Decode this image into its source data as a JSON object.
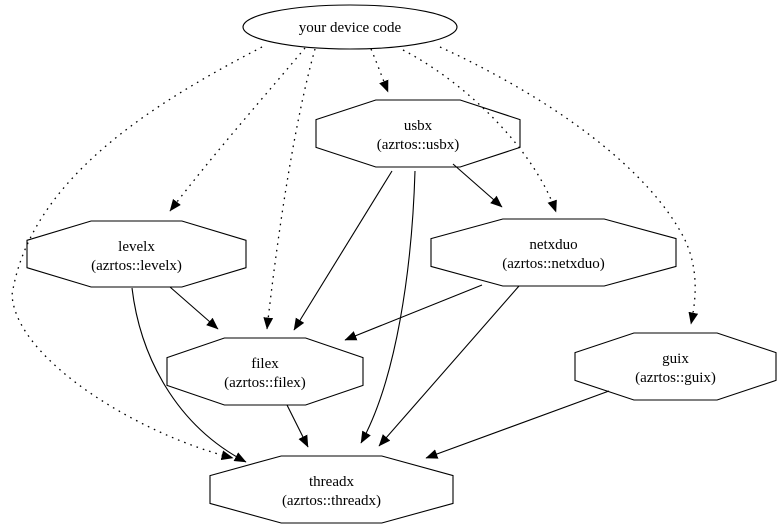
{
  "figure": {
    "type": "dependency-graph",
    "background_color": "#ffffff",
    "stroke_color": "#000000",
    "text_color": "#000000",
    "nodes": {
      "device": {
        "label": "your device code",
        "shape": "ellipse"
      },
      "usbx": {
        "title": "usbx",
        "subtitle": "(azrtos::usbx)",
        "shape": "octagon"
      },
      "levelx": {
        "title": "levelx",
        "subtitle": "(azrtos::levelx)",
        "shape": "octagon"
      },
      "netxduo": {
        "title": "netxduo",
        "subtitle": "(azrtos::netxduo)",
        "shape": "octagon"
      },
      "filex": {
        "title": "filex",
        "subtitle": "(azrtos::filex)",
        "shape": "octagon"
      },
      "guix": {
        "title": "guix",
        "subtitle": "(azrtos::guix)",
        "shape": "octagon"
      },
      "threadx": {
        "title": "threadx",
        "subtitle": "(azrtos::threadx)",
        "shape": "octagon"
      }
    },
    "edges": [
      {
        "from": "device",
        "to": "usbx",
        "style": "dotted"
      },
      {
        "from": "device",
        "to": "levelx",
        "style": "dotted"
      },
      {
        "from": "device",
        "to": "filex",
        "style": "dotted"
      },
      {
        "from": "device",
        "to": "netxduo",
        "style": "dotted"
      },
      {
        "from": "device",
        "to": "guix",
        "style": "dotted"
      },
      {
        "from": "device",
        "to": "threadx",
        "style": "dotted"
      },
      {
        "from": "usbx",
        "to": "netxduo",
        "style": "solid"
      },
      {
        "from": "usbx",
        "to": "filex",
        "style": "solid"
      },
      {
        "from": "usbx",
        "to": "threadx",
        "style": "solid"
      },
      {
        "from": "levelx",
        "to": "filex",
        "style": "solid"
      },
      {
        "from": "levelx",
        "to": "threadx",
        "style": "solid"
      },
      {
        "from": "netxduo",
        "to": "filex",
        "style": "solid"
      },
      {
        "from": "netxduo",
        "to": "threadx",
        "style": "solid"
      },
      {
        "from": "filex",
        "to": "threadx",
        "style": "solid"
      },
      {
        "from": "guix",
        "to": "threadx",
        "style": "solid"
      }
    ]
  }
}
